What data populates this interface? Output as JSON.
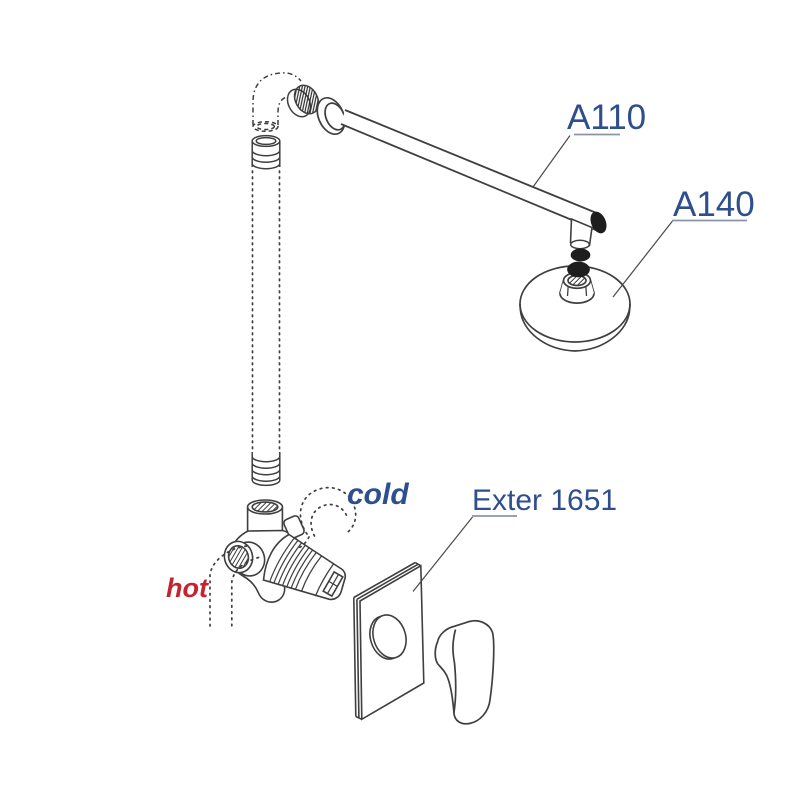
{
  "diagram": {
    "labels": {
      "shower_arm": "A110",
      "shower_head": "A140",
      "mixer": "Exter 1651",
      "cold": "cold",
      "hot": "hot"
    },
    "colors": {
      "label_blue": "#2e4e8e",
      "hot_red": "#c3242e",
      "line": "#3f3f3f"
    }
  }
}
